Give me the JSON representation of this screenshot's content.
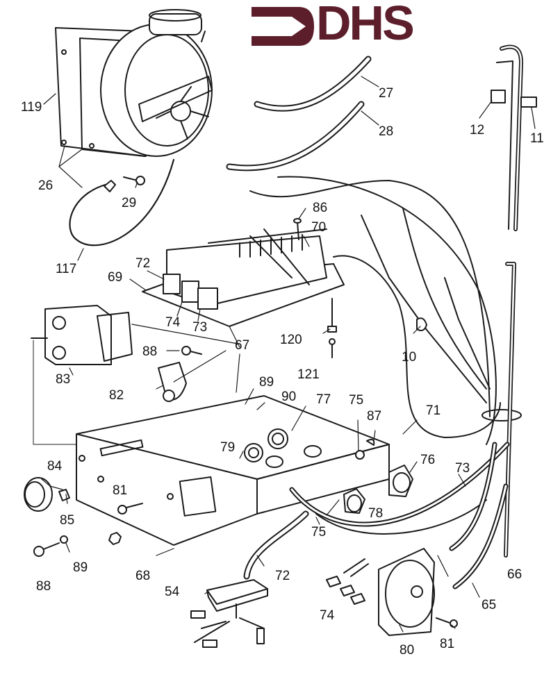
{
  "logo": {
    "text": "DHS",
    "color": "#5c1e2b",
    "icon": "arrow-right-icon"
  },
  "diagram": {
    "type": "exploded-parts-diagram",
    "callouts": [
      {
        "id": "119",
        "label": "119"
      },
      {
        "id": "26",
        "label": "26"
      },
      {
        "id": "29",
        "label": "29"
      },
      {
        "id": "117",
        "label": "117"
      },
      {
        "id": "27",
        "label": "27"
      },
      {
        "id": "28",
        "label": "28"
      },
      {
        "id": "12",
        "label": "12"
      },
      {
        "id": "11",
        "label": "11"
      },
      {
        "id": "86",
        "label": "86"
      },
      {
        "id": "70",
        "label": "70"
      },
      {
        "id": "72a",
        "label": "72"
      },
      {
        "id": "69",
        "label": "69"
      },
      {
        "id": "74a",
        "label": "74"
      },
      {
        "id": "73a",
        "label": "73"
      },
      {
        "id": "67",
        "label": "67"
      },
      {
        "id": "120",
        "label": "120"
      },
      {
        "id": "121",
        "label": "121"
      },
      {
        "id": "10",
        "label": "10"
      },
      {
        "id": "83",
        "label": "83"
      },
      {
        "id": "88a",
        "label": "88"
      },
      {
        "id": "82",
        "label": "82"
      },
      {
        "id": "89a",
        "label": "89"
      },
      {
        "id": "90",
        "label": "90"
      },
      {
        "id": "77",
        "label": "77"
      },
      {
        "id": "75a",
        "label": "75"
      },
      {
        "id": "87",
        "label": "87"
      },
      {
        "id": "71",
        "label": "71"
      },
      {
        "id": "79",
        "label": "79"
      },
      {
        "id": "76",
        "label": "76"
      },
      {
        "id": "78",
        "label": "78"
      },
      {
        "id": "73b",
        "label": "73"
      },
      {
        "id": "84",
        "label": "84"
      },
      {
        "id": "85",
        "label": "85"
      },
      {
        "id": "81a",
        "label": "81"
      },
      {
        "id": "75b",
        "label": "75"
      },
      {
        "id": "66",
        "label": "66"
      },
      {
        "id": "88b",
        "label": "88"
      },
      {
        "id": "89b",
        "label": "89"
      },
      {
        "id": "68",
        "label": "68"
      },
      {
        "id": "72b",
        "label": "72"
      },
      {
        "id": "54",
        "label": "54"
      },
      {
        "id": "74b",
        "label": "74"
      },
      {
        "id": "65",
        "label": "65"
      },
      {
        "id": "80",
        "label": "80"
      },
      {
        "id": "81b",
        "label": "81"
      }
    ]
  }
}
